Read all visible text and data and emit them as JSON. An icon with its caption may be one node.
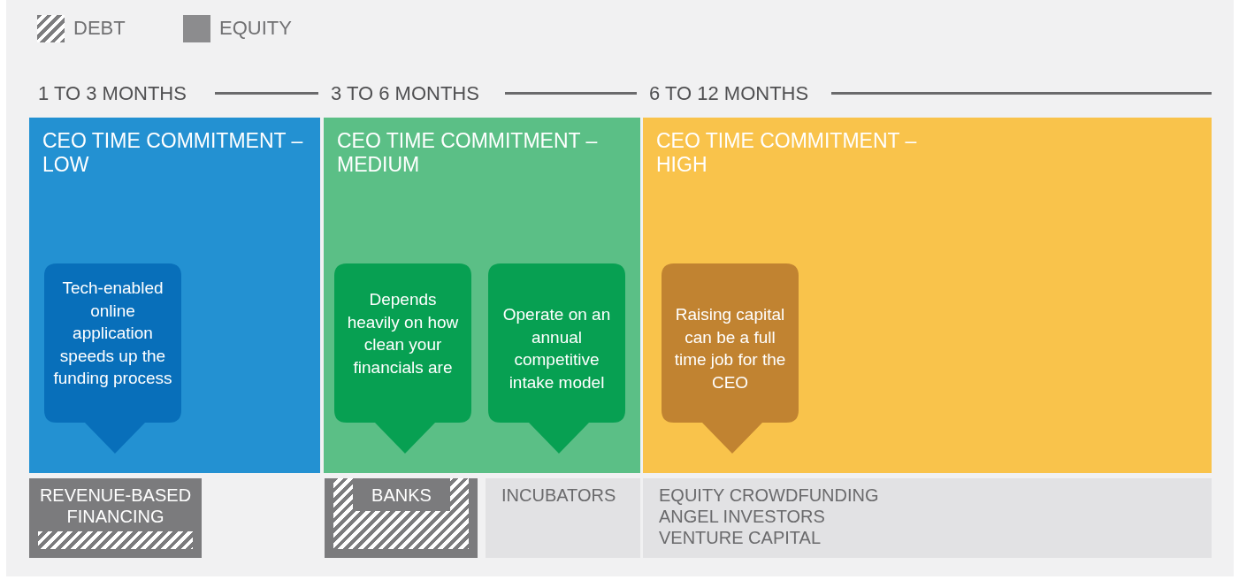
{
  "diagram": {
    "nodes": [
      {
        "text": [
          "CEO TIME COMMITMENT – LOW"
        ]
      },
      {
        "text": [
          "Tech-enabled online application speeds up the funding process"
        ],
        "in": 0
      },
      {
        "text": [
          "CEO TIME COMMITMENT – MEDIUM"
        ]
      },
      {
        "text": [
          "Depends heavily on how clean your financials are"
        ],
        "in": 2
      },
      {
        "text": [
          "Operate on an annual competitive intake model"
        ],
        "in": 2
      },
      {
        "text": [
          "CEO TIME COMMITMENT – HIGH"
        ]
      },
      {
        "text": [
          "Raising capital can be a full time job for the CEO"
        ],
        "in": 5
      },
      {
        "text": [
          "REVENUE-BASED FINANCING"
        ]
      },
      {
        "text": [
          "BANKS"
        ]
      },
      {
        "text": [
          "INCUBATORS"
        ]
      },
      {
        "text": [
          "EQUITY CROWDFUNDING",
          "ANGEL INVESTORS",
          "VENTURE CAPITAL"
        ]
      }
    ],
    "labels": [
      "1 TO 3 MONTHS",
      "3 TO 6 MONTHS",
      "6 TO 12 MONTHS"
    ],
    "legend": [
      {
        "text": "DEBT"
      },
      {
        "text": "EQUITY",
        "color": "#8c8c8e"
      }
    ]
  }
}
